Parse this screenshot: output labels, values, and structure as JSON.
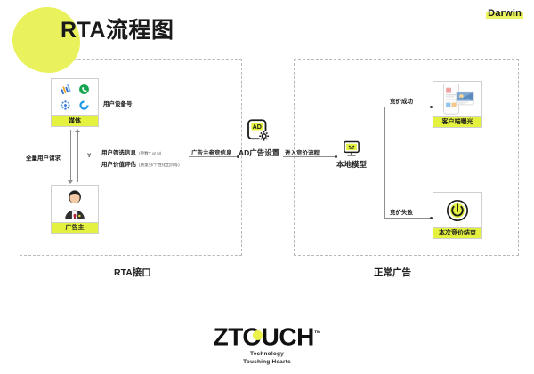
{
  "header": {
    "title": "RTA流程图",
    "brand_badge": "Darwin"
  },
  "groups": {
    "left_caption": "RTA接口",
    "right_caption": "正常广告"
  },
  "nodes": {
    "media": {
      "label": "媒体",
      "icons": [
        "chart-icon",
        "phone-call-icon",
        "snowflake-icon",
        "loading-circle-icon"
      ]
    },
    "advertiser": {
      "label": "广告主",
      "icon": "businessman-avatar-icon"
    },
    "ad_setting": {
      "caption": "AD广告设置",
      "icon": "ad-gear-icon",
      "badge_text": "AD"
    },
    "local_model": {
      "caption": "本地模型",
      "icon": "monitor-icon"
    },
    "client_exposure": {
      "label": "客户端曝光",
      "icon": "smartphone-ad-icon"
    },
    "bid_end": {
      "label": "本次竞价结束",
      "icon": "power-icon"
    }
  },
  "edges": {
    "device_id": "用户设备号",
    "all_user_request": "全量用户请求",
    "yes_flag": "Y",
    "filter_info_main": "用户筛选信息",
    "filter_info_sub": "(参数Y or N)",
    "value_eval_main": "用户价值评估",
    "value_eval_sub": "(质量分/个性化出价等)",
    "advertiser_bid_info": "广告主参竞信息",
    "enter_bidding": "进入竞价流程",
    "bid_success": "竞价成功",
    "bid_fail": "竞价失败"
  },
  "footer": {
    "brand": "ZTOUCH",
    "trademark": "™",
    "tagline_line1": "Technology",
    "tagline_line2": "Touching Hearts"
  },
  "colors": {
    "accent_yellow": "#e4f23f",
    "blob_yellow": "#e9f25c",
    "line_gray": "#8e8e8e",
    "frame_gray": "#b9b9b9"
  }
}
